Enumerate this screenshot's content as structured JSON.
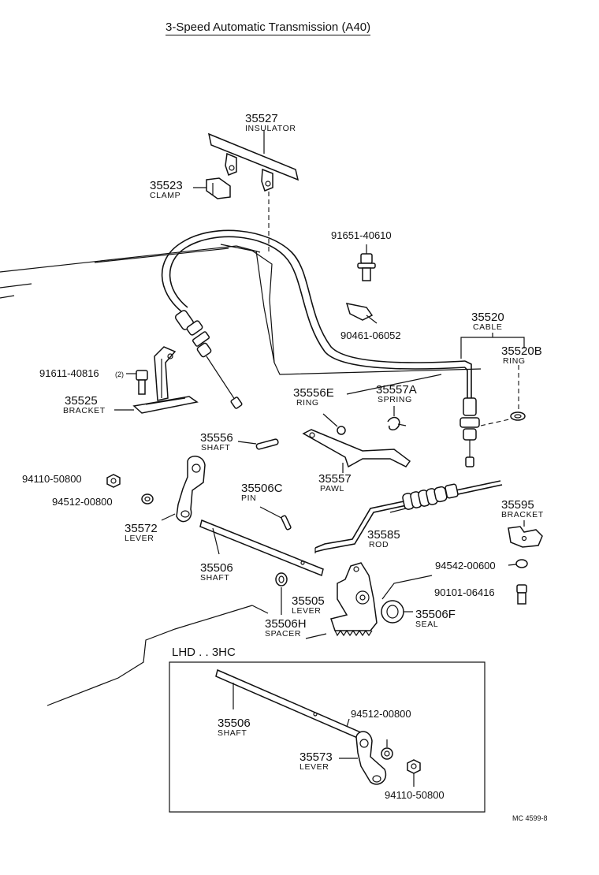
{
  "title": "3-Speed Automatic Transmission (A40)",
  "subframe_title": "LHD . . 3HC",
  "footer_code": "MC 4599-8",
  "parts": {
    "p35527": {
      "number": "35527",
      "name": "INSULATOR"
    },
    "p35523": {
      "number": "35523",
      "name": "CLAMP"
    },
    "p91651": {
      "number": "91651-40610"
    },
    "p90461": {
      "number": "90461-06052"
    },
    "p35520": {
      "number": "35520",
      "name": "CABLE"
    },
    "p35520B": {
      "number": "35520B",
      "name": "RING"
    },
    "p91611": {
      "number": "91611-40816",
      "qty": "(2)"
    },
    "p35525": {
      "number": "35525",
      "name": "BRACKET"
    },
    "p35556E": {
      "number": "35556E",
      "name": "RING"
    },
    "p35557A": {
      "number": "35557A",
      "name": "SPRING"
    },
    "p35556": {
      "number": "35556",
      "name": "SHAFT"
    },
    "p94110": {
      "number": "94110-50800"
    },
    "p35557": {
      "number": "35557",
      "name": "PAWL"
    },
    "p94512": {
      "number": "94512-00800"
    },
    "p35506C": {
      "number": "35506C",
      "name": "PIN"
    },
    "p35595": {
      "number": "35595",
      "name": "BRACKET"
    },
    "p35572": {
      "number": "35572",
      "name": "LEVER"
    },
    "p35585": {
      "number": "35585",
      "name": "ROD"
    },
    "p35506": {
      "number": "35506",
      "name": "SHAFT"
    },
    "p94542": {
      "number": "94542-00600"
    },
    "p90101": {
      "number": "90101-06416"
    },
    "p35505": {
      "number": "35505",
      "name": "LEVER"
    },
    "p35506F": {
      "number": "35506F",
      "name": "SEAL"
    },
    "p35506H": {
      "number": "35506H",
      "name": "SPACER"
    },
    "lhd_35506": {
      "number": "35506",
      "name": "SHAFT"
    },
    "lhd_94512": {
      "number": "94512-00800"
    },
    "lhd_35573": {
      "number": "35573",
      "name": "LEVER"
    },
    "lhd_94110": {
      "number": "94110-50800"
    }
  }
}
